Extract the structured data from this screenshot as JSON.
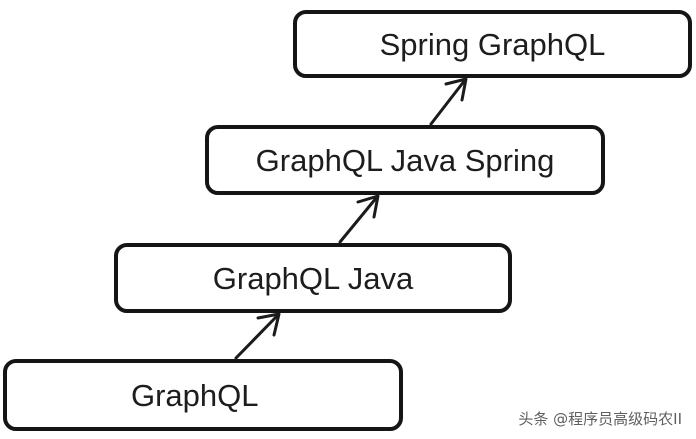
{
  "diagram": {
    "nodes": [
      {
        "label": "Spring GraphQL"
      },
      {
        "label": "GraphQL Java Spring"
      },
      {
        "label": "GraphQL Java"
      },
      {
        "label": "GraphQL"
      }
    ],
    "watermark": "头条 @程序员高级码农II"
  },
  "colors": {
    "background": "#ffffff",
    "border": "#151515",
    "text": "#1d1d1d",
    "watermark": "#5f5f5f"
  }
}
